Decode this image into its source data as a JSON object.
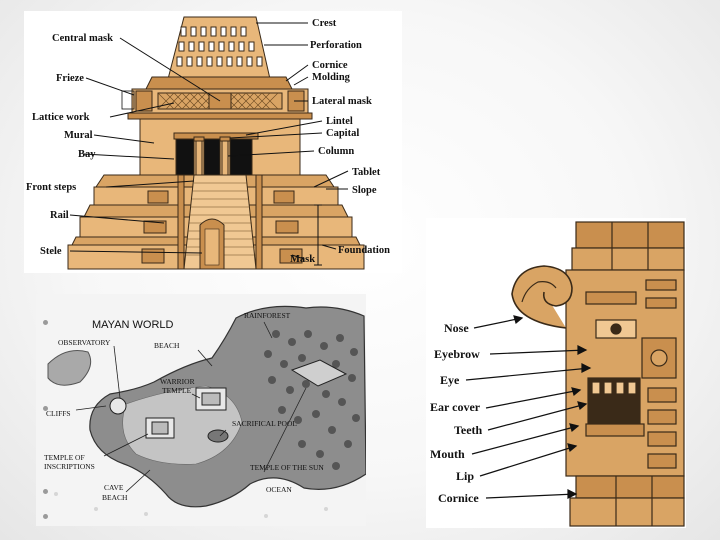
{
  "temple": {
    "labels": {
      "crest": "Crest",
      "central_mask": "Central mask",
      "perforation": "Perforation",
      "cornice": "Cornice",
      "molding": "Molding",
      "frieze": "Frieze",
      "lateral_mask": "Lateral mask",
      "lattice_work": "Lattice work",
      "lintel": "Lintel",
      "mural": "Mural",
      "capital": "Capital",
      "bay": "Bay",
      "column": "Column",
      "tablet": "Tablet",
      "front_steps": "Front steps",
      "slope": "Slope",
      "rail": "Rail",
      "foundation": "Foundation",
      "stele": "Stele",
      "mask": "Mask"
    }
  },
  "map": {
    "title": "MAYAN WORLD",
    "labels": {
      "rainforest": "RAINFOREST",
      "observatory": "OBSERVATORY",
      "beach": "BEACH",
      "warrior_temple_1": "WARRIOR",
      "warrior_temple_2": "TEMPLE",
      "cliffs": "CLIFFS",
      "sacrificial_pool": "SACRIFICAL POOL",
      "inscriptions_1": "TEMPLE OF",
      "inscriptions_2": "INSCRIPTIONS",
      "temple_sun": "TEMPLE OF THE SUN",
      "cave_beach_1": "CAVE",
      "cave_beach_2": "BEACH",
      "ocean": "OCEAN"
    }
  },
  "mask_detail": {
    "labels": {
      "nose": "Nose",
      "eyebrow": "Eyebrow",
      "eye": "Eye",
      "ear_cover": "Ear cover",
      "teeth": "Teeth",
      "mouth": "Mouth",
      "lip": "Lip",
      "cornice": "Cornice"
    }
  },
  "colors": {
    "stone": "#e8b77a",
    "stone_dark": "#c98f4e",
    "outline": "#3a2a18",
    "bullet": "#9a9a9a"
  }
}
